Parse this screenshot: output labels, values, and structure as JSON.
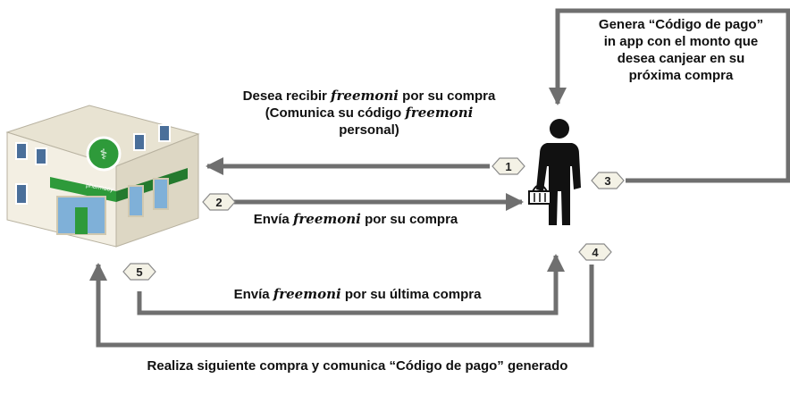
{
  "steps": [
    {
      "number": "1",
      "text": "Desea recibir",
      "brand": "freemoni",
      "text_after": "por su compra (Comunica su código",
      "brand2": "freemoni",
      "text_end": "personal)"
    },
    {
      "number": "2",
      "text": "Envía",
      "brand": "freemoni",
      "text_after": "por su compra"
    },
    {
      "number": "3",
      "text": "Genera “Código de pago” in app con el monto que desea canjear en su próxima compra"
    },
    {
      "number": "4",
      "text": "Realiza siguiente compra y comunica “Código de pago” generado"
    },
    {
      "number": "5",
      "text": "Envía",
      "brand": "freemoni",
      "text_after": "por su última compra"
    }
  ],
  "store": {
    "sign": "pharmacy"
  },
  "colors": {
    "arrow": "#6f6f6f",
    "badge_fill": "#f4f2e6",
    "badge_stroke": "#8a8a8a",
    "store_green": "#2e9a3a",
    "person": "#111111"
  },
  "icons": [
    "pharmacy-store-icon",
    "shopper-person-icon",
    "shopping-basket-icon"
  ]
}
